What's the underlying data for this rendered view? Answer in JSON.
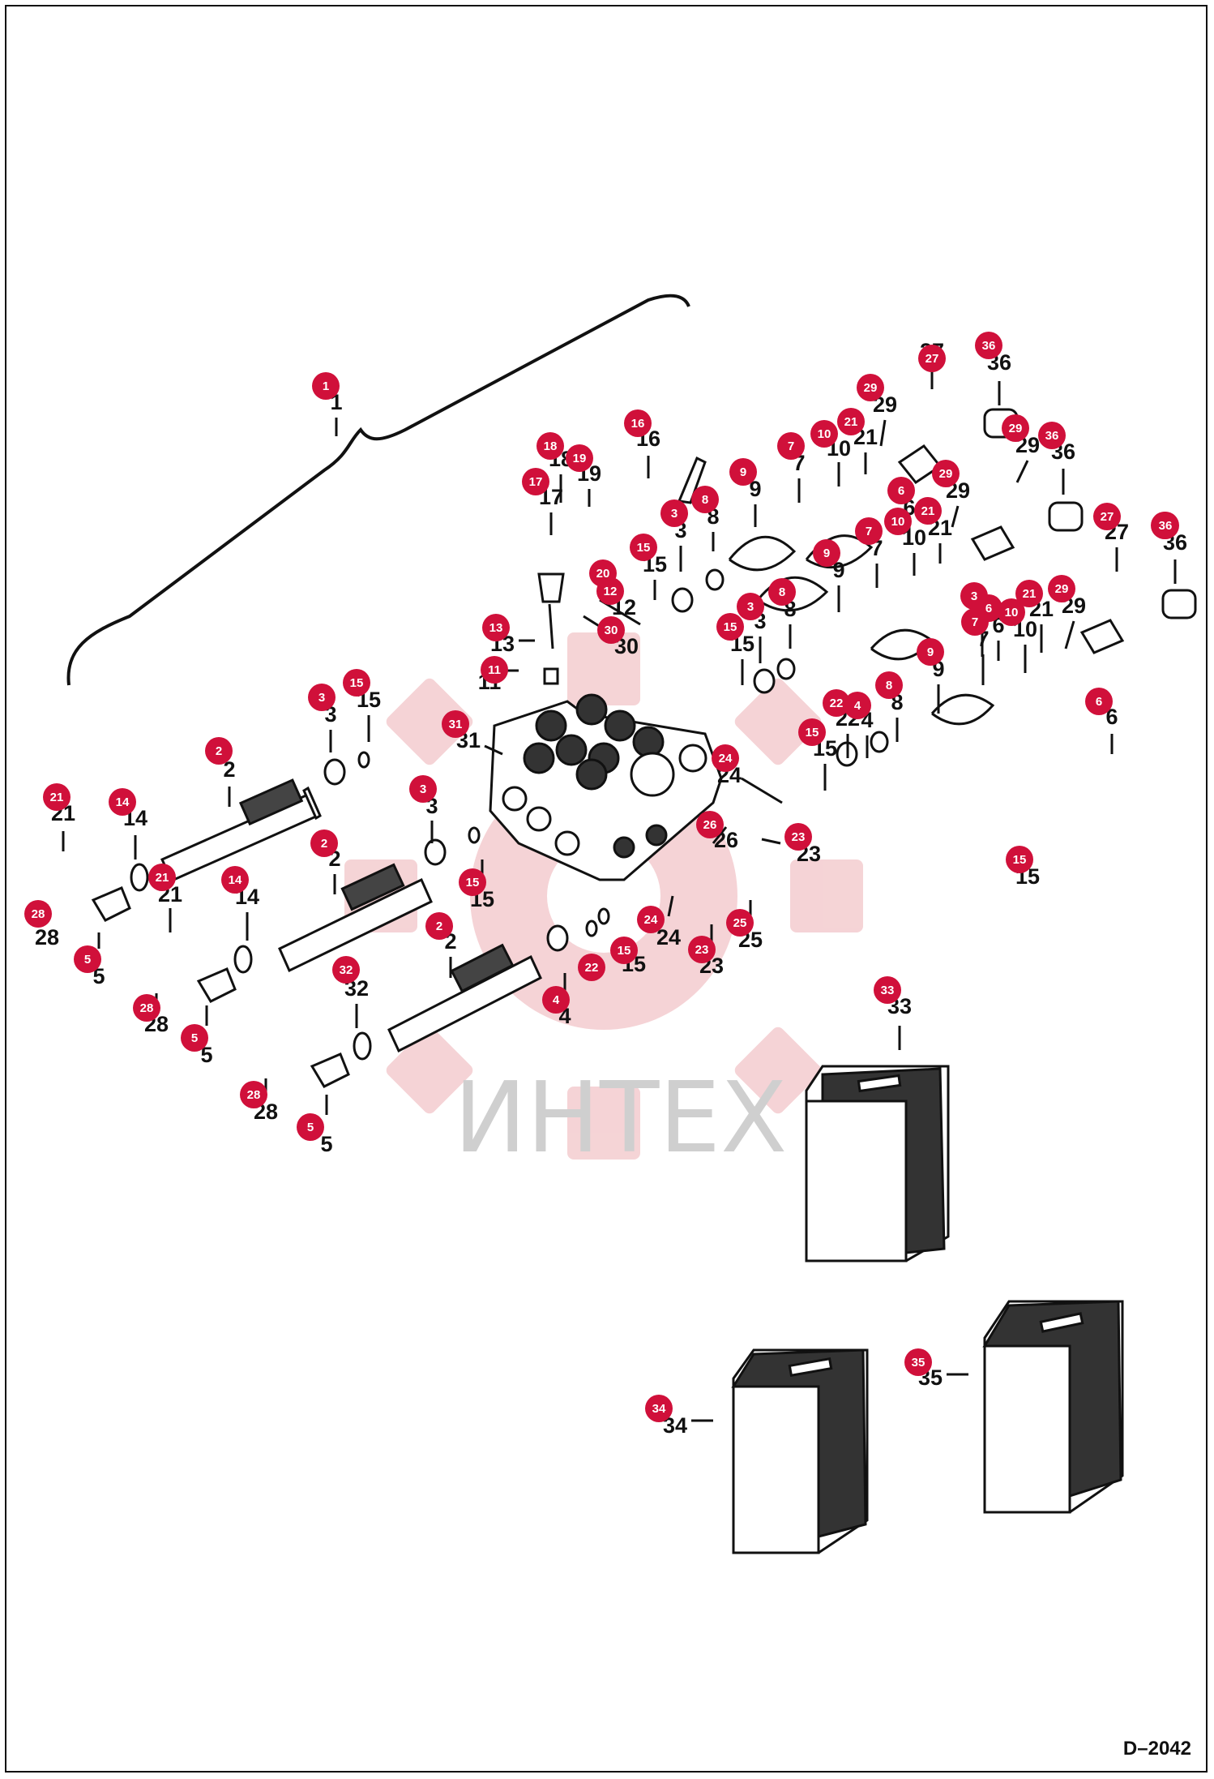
{
  "watermark": {
    "text": "ИНТЕХ"
  },
  "drawing_ref": "D–2042",
  "colors": {
    "callout": "#d0103a",
    "ink": "#111111",
    "watermark_gear": "#f3c9cc"
  },
  "callouts": [
    {
      "id": "1",
      "printed": "1"
    },
    {
      "id": "2a",
      "printed": "2"
    },
    {
      "id": "2b",
      "printed": "2"
    },
    {
      "id": "2c",
      "printed": "2"
    },
    {
      "id": "3a",
      "printed": "3"
    },
    {
      "id": "3b",
      "printed": "3"
    },
    {
      "id": "3c",
      "printed": "3"
    },
    {
      "id": "3d",
      "printed": "3"
    },
    {
      "id": "3e",
      "printed": "3"
    },
    {
      "id": "4a",
      "printed": "4"
    },
    {
      "id": "4b",
      "printed": "4"
    },
    {
      "id": "5a",
      "printed": "5"
    },
    {
      "id": "5b",
      "printed": "5"
    },
    {
      "id": "5c",
      "printed": "5"
    },
    {
      "id": "6a",
      "printed": "6"
    },
    {
      "id": "6b",
      "printed": "6"
    },
    {
      "id": "6c",
      "printed": "6"
    },
    {
      "id": "7a",
      "printed": "7"
    },
    {
      "id": "7b",
      "printed": "7"
    },
    {
      "id": "7c",
      "printed": "7"
    },
    {
      "id": "8a",
      "printed": "8"
    },
    {
      "id": "8b",
      "printed": "8"
    },
    {
      "id": "8c",
      "printed": "8"
    },
    {
      "id": "9a",
      "printed": "9"
    },
    {
      "id": "9b",
      "printed": "9"
    },
    {
      "id": "9c",
      "printed": "9"
    },
    {
      "id": "10a",
      "printed": "10"
    },
    {
      "id": "10b",
      "printed": "10"
    },
    {
      "id": "10c",
      "printed": "10"
    },
    {
      "id": "11",
      "printed": "11"
    },
    {
      "id": "12",
      "printed": "12"
    },
    {
      "id": "13",
      "printed": "13"
    },
    {
      "id": "14a",
      "printed": "14"
    },
    {
      "id": "14b",
      "printed": "14"
    },
    {
      "id": "15a",
      "printed": "15"
    },
    {
      "id": "15b",
      "printed": "15"
    },
    {
      "id": "15c",
      "printed": "15"
    },
    {
      "id": "15d",
      "printed": "15"
    },
    {
      "id": "15e",
      "printed": "15"
    },
    {
      "id": "15f",
      "printed": "15"
    },
    {
      "id": "15g",
      "printed": "15"
    },
    {
      "id": "16",
      "printed": "16"
    },
    {
      "id": "17",
      "printed": "17"
    },
    {
      "id": "18",
      "printed": "18"
    },
    {
      "id": "19",
      "printed": "19"
    },
    {
      "id": "20",
      "printed": ""
    },
    {
      "id": "21a",
      "printed": "21"
    },
    {
      "id": "21b",
      "printed": "21"
    },
    {
      "id": "21c",
      "printed": "21"
    },
    {
      "id": "21d",
      "printed": "21"
    },
    {
      "id": "21e",
      "printed": "21"
    },
    {
      "id": "22a",
      "printed": "22"
    },
    {
      "id": "22b",
      "printed": ""
    },
    {
      "id": "23a",
      "printed": "23"
    },
    {
      "id": "23b",
      "printed": "23"
    },
    {
      "id": "24a",
      "printed": "24"
    },
    {
      "id": "24b",
      "printed": "24"
    },
    {
      "id": "25",
      "printed": "25"
    },
    {
      "id": "26",
      "printed": "26"
    },
    {
      "id": "27a",
      "printed": "27"
    },
    {
      "id": "27b",
      "printed": "27"
    },
    {
      "id": "28a",
      "printed": "28"
    },
    {
      "id": "28b",
      "printed": "28"
    },
    {
      "id": "28c",
      "printed": "28"
    },
    {
      "id": "29a",
      "printed": "29"
    },
    {
      "id": "29b",
      "printed": "29"
    },
    {
      "id": "29c",
      "printed": "29"
    },
    {
      "id": "29d",
      "printed": "29"
    },
    {
      "id": "30",
      "printed": "30"
    },
    {
      "id": "31",
      "printed": "31"
    },
    {
      "id": "32",
      "printed": "32"
    },
    {
      "id": "33",
      "printed": "33"
    },
    {
      "id": "34",
      "printed": "34"
    },
    {
      "id": "35",
      "printed": "35"
    },
    {
      "id": "36a",
      "printed": "36"
    },
    {
      "id": "36b",
      "printed": "36"
    },
    {
      "id": "36c",
      "printed": "36"
    },
    {
      "id": "36d",
      "printed": ""
    }
  ]
}
